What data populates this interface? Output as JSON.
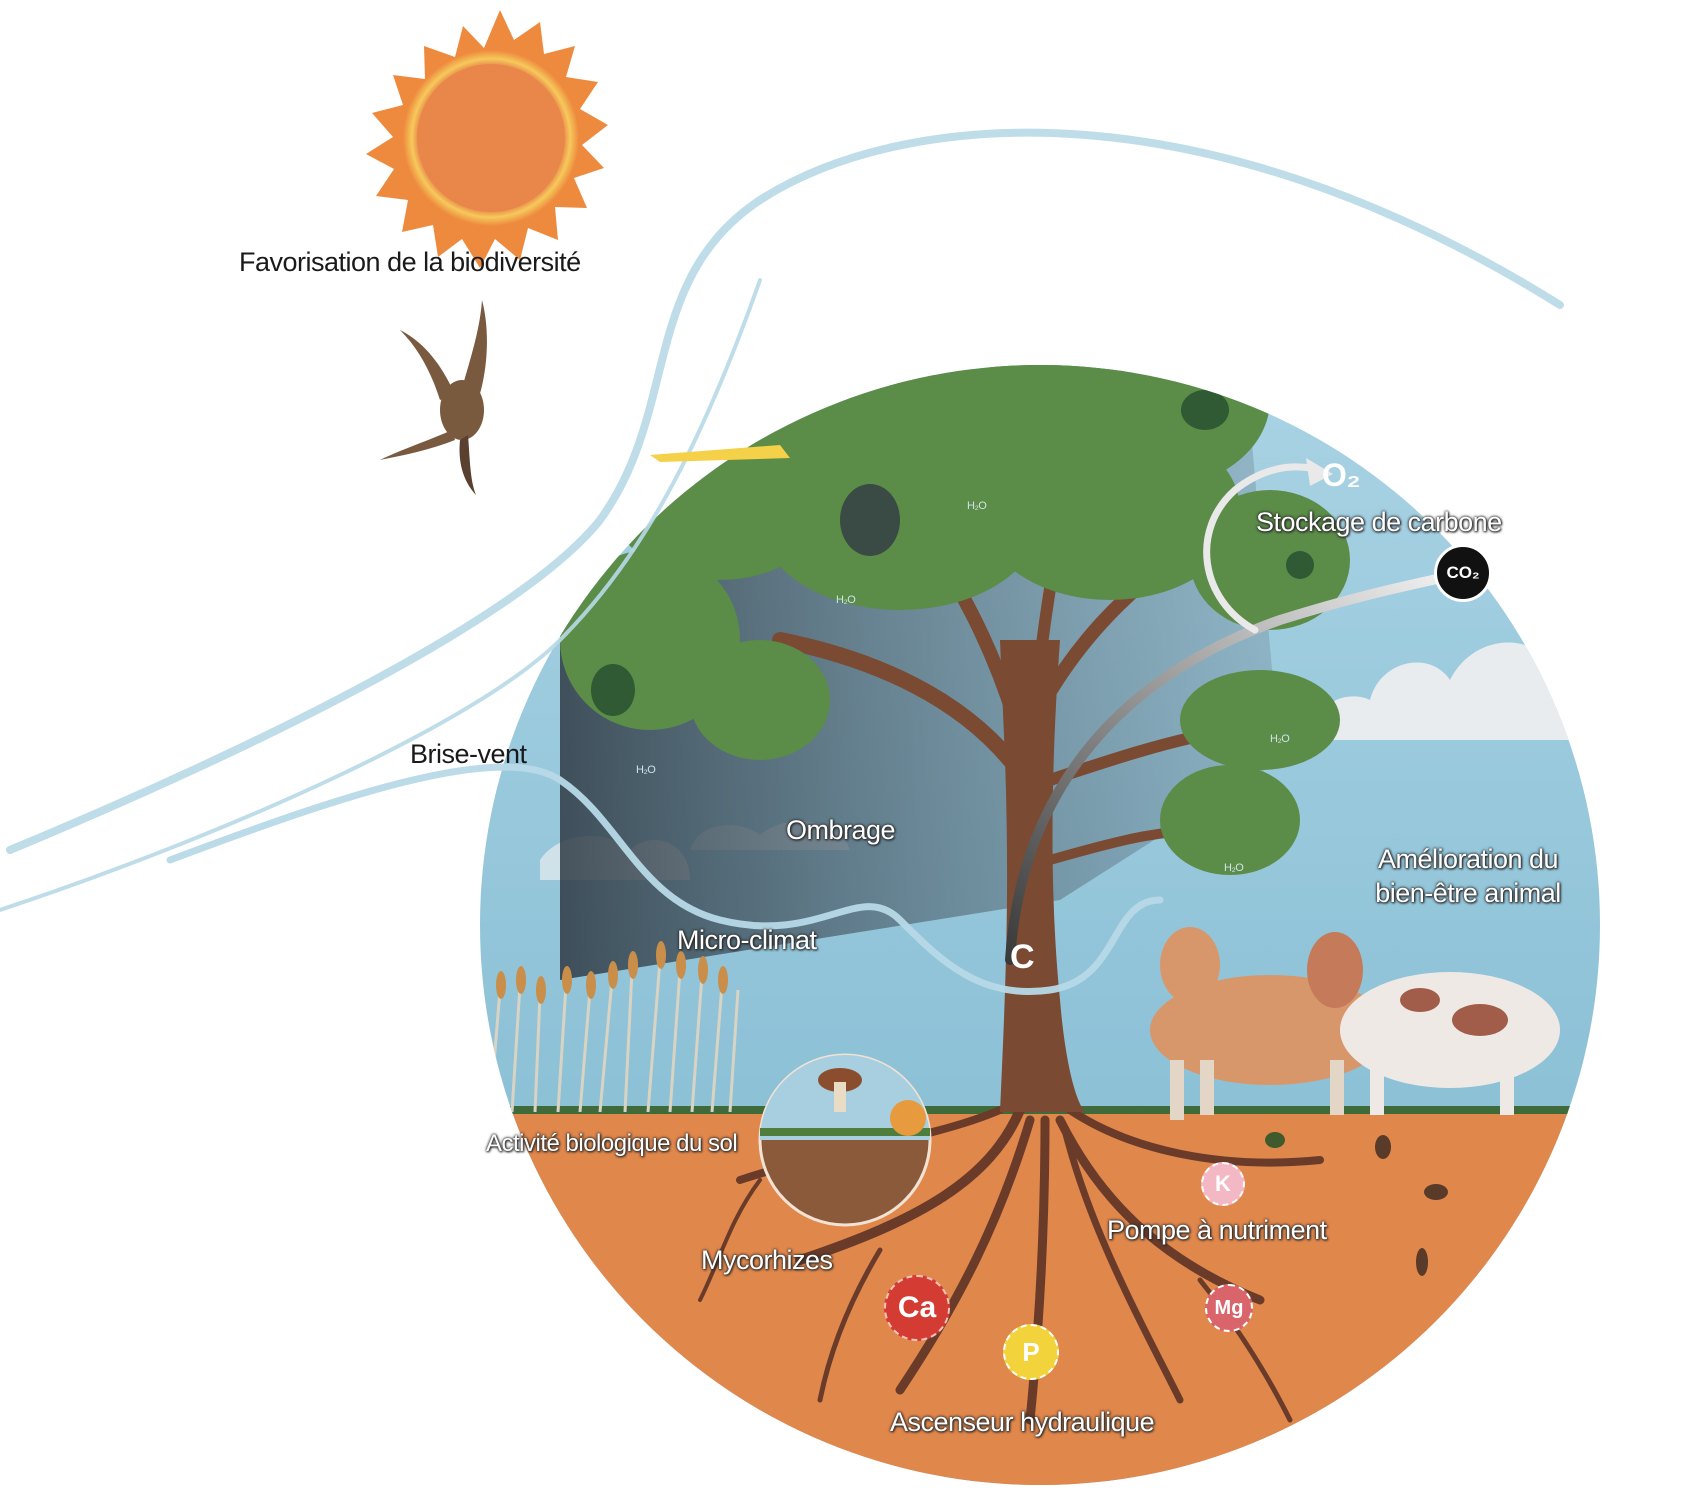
{
  "labels": {
    "biodiversity": "Favorisation de la biodiversité",
    "windbreak": "Brise-vent",
    "shade": "Ombrage",
    "microclimate": "Micro-climat",
    "carbon_storage": "Stockage de carbone",
    "animal_welfare_line1": "Amélioration du",
    "animal_welfare_line2": "bien-être animal",
    "soil_activity": "Activité biologique du sol",
    "mycorrhizae": "Mycorhizes",
    "nutrient_pump": "Pompe à nutriment",
    "hydraulic_lift": "Ascenseur hydraulique"
  },
  "chemistry": {
    "oxygen": "O₂",
    "co2": "CO₂",
    "carbon": "C",
    "water": "H₂O"
  },
  "nutrients": {
    "k": "K",
    "ca": "Ca",
    "mg": "Mg",
    "p": "P"
  },
  "colors": {
    "sky": "#8fc3d8",
    "soil": "#e0874c",
    "canopy": "#5b8c48",
    "trunk": "#7a4a33",
    "sun": "#e9874a",
    "ca_badge": "#d43b33",
    "p_badge": "#f2d33c",
    "mg_badge": "#d9656b",
    "k_badge": "#f3b8c4"
  }
}
